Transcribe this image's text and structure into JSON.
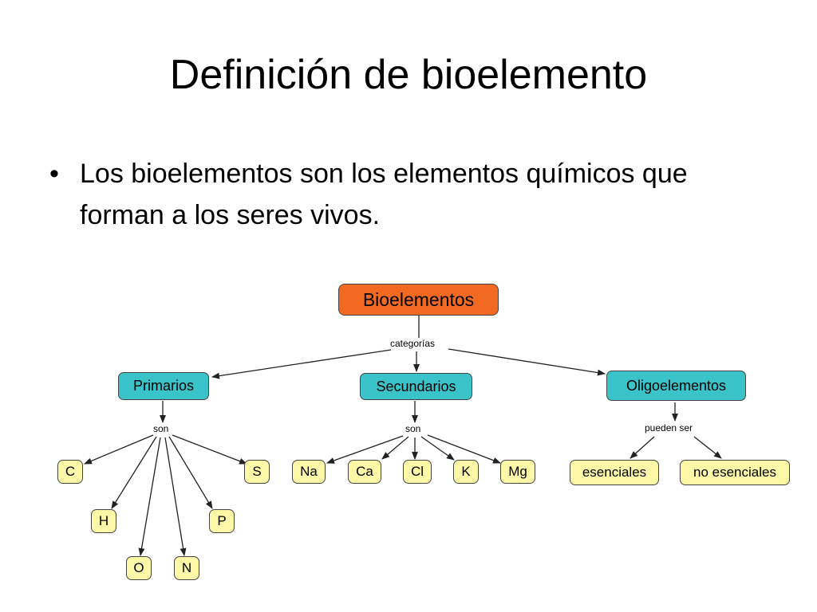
{
  "slide": {
    "title": "Definición de bioelemento",
    "bullet_symbol": "•",
    "bullet": "Los bioelementos son los elementos químicos que forman a los seres vivos."
  },
  "diagram": {
    "root": "Bioelementos",
    "root_link_label": "categorías",
    "categories": [
      {
        "label": "Primarios",
        "link_label": "son",
        "items": [
          "C",
          "H",
          "O",
          "N",
          "P",
          "S"
        ]
      },
      {
        "label": "Secundarios",
        "link_label": "son",
        "items": [
          "Na",
          "Ca",
          "Cl",
          "K",
          "Mg"
        ]
      },
      {
        "label": "Oligoelementos",
        "link_label": "pueden ser",
        "items": [
          "esenciales",
          "no esenciales"
        ]
      }
    ]
  },
  "colors": {
    "root": "#f26a22",
    "category": "#3ac3c8",
    "leaf": "#fdf7a8",
    "border": "#444444",
    "arrow": "#222222"
  }
}
